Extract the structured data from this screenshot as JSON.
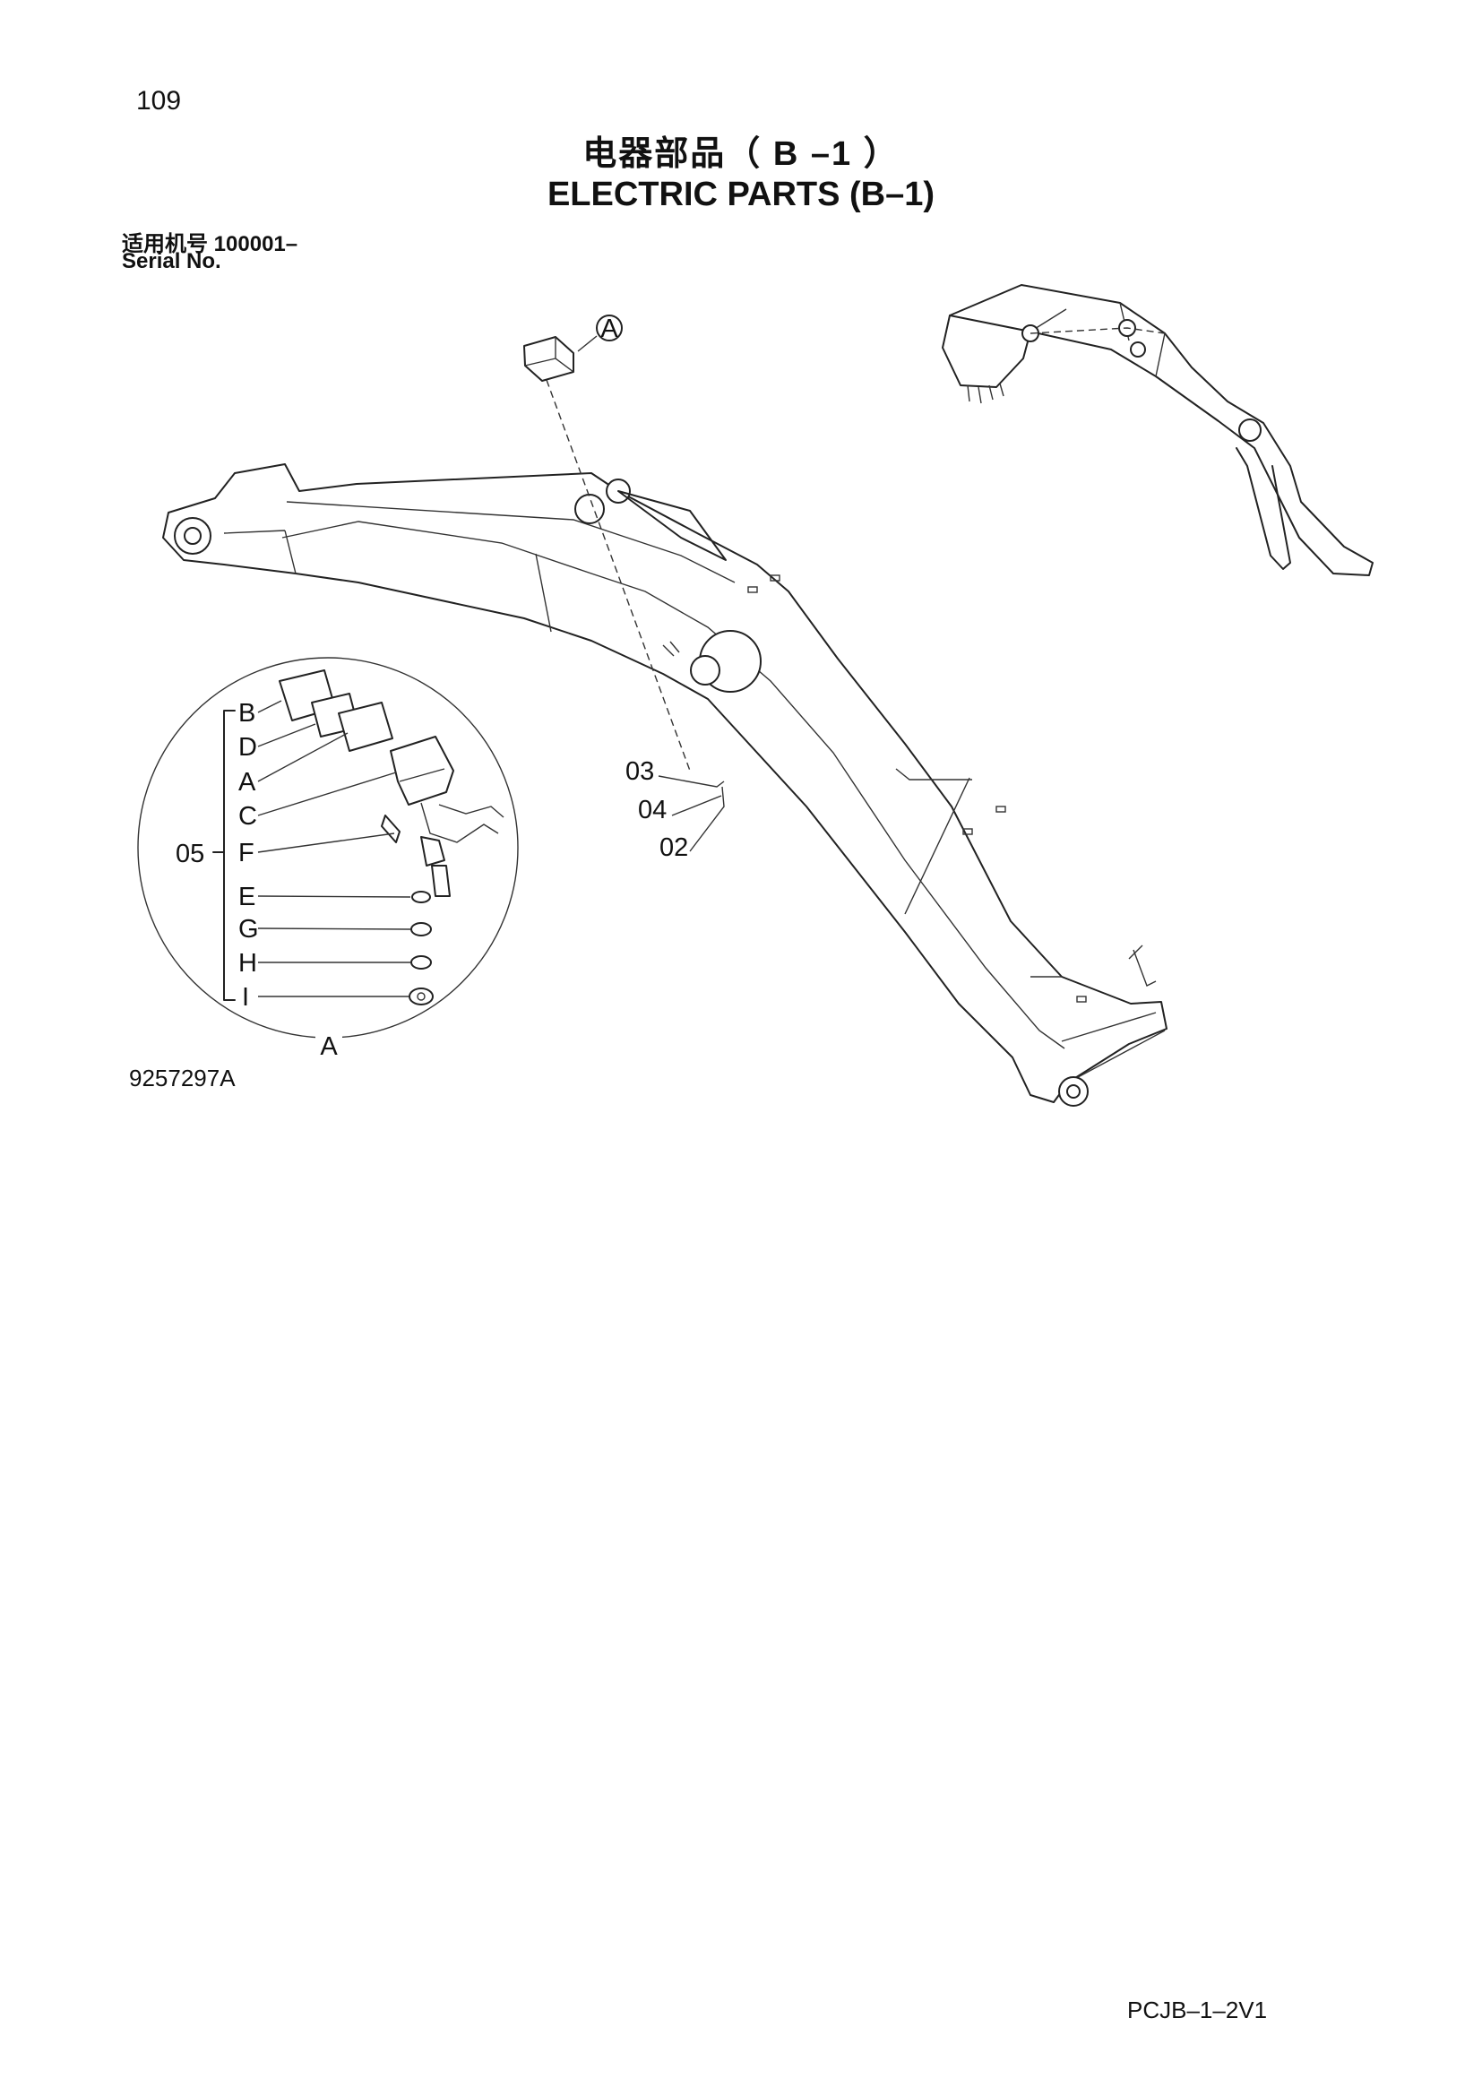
{
  "page": {
    "number": "109",
    "doc_code": "PCJB–1–2V1"
  },
  "title": {
    "cn": "电器部品（ B –1 ）",
    "en": "ELECTRIC PARTS (B–1)"
  },
  "serial": {
    "cn_label": "适用机号",
    "number": "100001–",
    "en_label": "Serial No."
  },
  "drawing": {
    "number": "9257297A",
    "callout_main": "A",
    "parts": [
      "02",
      "03",
      "04"
    ],
    "detail": {
      "title": "A",
      "group": "05",
      "items": [
        "B",
        "D",
        "A",
        "C",
        "F",
        "E",
        "G",
        "H",
        "I"
      ]
    }
  }
}
